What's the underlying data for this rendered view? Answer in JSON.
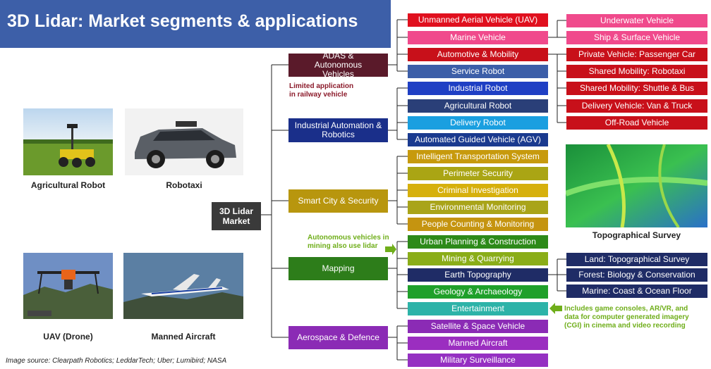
{
  "title": "3D Lidar: Market segments & applications",
  "root": "3D Lidar Market",
  "segments": [
    {
      "label": "ADAS & Autonomous Vehicles",
      "color": "#5a1a2a"
    },
    {
      "label": "Industrial Automation & Robotics",
      "color": "#1a2f8a"
    },
    {
      "label": "Smart City & Security",
      "color": "#b8960e"
    },
    {
      "label": "Mapping",
      "color": "#2d7d1a"
    },
    {
      "label": "Aerospace & Defence",
      "color": "#8b2bb5"
    }
  ],
  "applications": [
    {
      "label": "Unmanned Aerial Vehicle (UAV)",
      "color": "#e0101e"
    },
    {
      "label": "Marine Vehicle",
      "color": "#f04a8c"
    },
    {
      "label": "Automotive & Mobility",
      "color": "#c8101a"
    },
    {
      "label": "Service Robot",
      "color": "#3c5ea8"
    },
    {
      "label": "Industrial Robot",
      "color": "#1f3fc4"
    },
    {
      "label": "Agricultural Robot",
      "color": "#2a3f78"
    },
    {
      "label": "Delivery Robot",
      "color": "#1a9fe0"
    },
    {
      "label": "Automated Guided Vehicle (AGV)",
      "color": "#1a3a8f"
    },
    {
      "label": "Intelligent Transportation System",
      "color": "#c79a0d"
    },
    {
      "label": "Perimeter Security",
      "color": "#aaa514"
    },
    {
      "label": "Criminal Investigation",
      "color": "#d6b00c"
    },
    {
      "label": "Environmental Monitoring",
      "color": "#a9a419"
    },
    {
      "label": "People Counting & Monitoring",
      "color": "#c59410"
    },
    {
      "label": "Urban Planning & Construction",
      "color": "#2d8a19"
    },
    {
      "label": "Mining & Quarrying",
      "color": "#8aad18"
    },
    {
      "label": "Earth Topography",
      "color": "#1f2c66"
    },
    {
      "label": "Geology & Archaeology",
      "color": "#1fa02a"
    },
    {
      "label": "Entertainment",
      "color": "#2db3a8"
    },
    {
      "label": "Satellite & Space Vehicle",
      "color": "#8b2bb5"
    },
    {
      "label": "Manned Aircraft",
      "color": "#9b2ec0"
    },
    {
      "label": "Military Surveillance",
      "color": "#9530c2"
    }
  ],
  "vehicles": [
    {
      "label": "Underwater Vehicle",
      "color": "#f04a8c"
    },
    {
      "label": "Ship & Surface Vehicle",
      "color": "#f04a8c"
    },
    {
      "label": "Private Vehicle: Passenger Car",
      "color": "#c8101a"
    },
    {
      "label": "Shared Mobility: Robotaxi",
      "color": "#c8101a"
    },
    {
      "label": "Shared Mobility: Shuttle & Bus",
      "color": "#c8101a"
    },
    {
      "label": "Delivery Vehicle: Van & Truck",
      "color": "#c8101a"
    },
    {
      "label": "Off-Road Vehicle",
      "color": "#c8101a"
    }
  ],
  "topography": [
    {
      "label": "Land: Topographical Survey",
      "color": "#1f2c66"
    },
    {
      "label": "Forest: Biology & Conservation",
      "color": "#1f2c66"
    },
    {
      "label": "Marine: Coast & Ocean Floor",
      "color": "#1f2c66"
    }
  ],
  "notes": {
    "railway": "Limited application\nin railway vehicle",
    "mining": "Autonomous vehicles in\nmining also use lidar",
    "entertainment": "Includes game consoles, AR/VR, and\ndata for computer generated imagery\n(CGI) in cinema and video recording"
  },
  "note_colors": {
    "railway": "#8b1a2a",
    "green": "#6fae1a"
  },
  "photos": {
    "agri": "Agricultural Robot",
    "robotaxi": "Robotaxi",
    "uav": "UAV (Drone)",
    "aircraft": "Manned Aircraft",
    "topo": "Topographical Survey"
  },
  "source": "Image source: Clearpath Robotics; LeddarTech; Uber; Lumibird; NASA"
}
